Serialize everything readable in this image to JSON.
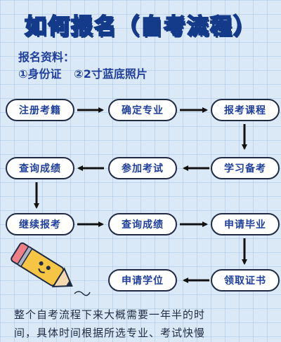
{
  "title": "如何报名（自考流程）",
  "materials": {
    "label": "报名资料：",
    "items": [
      "①身份证",
      "②2寸蓝底照片"
    ]
  },
  "steps": [
    {
      "id": "s1",
      "label": "注册考籍"
    },
    {
      "id": "s2",
      "label": "确定专业"
    },
    {
      "id": "s3",
      "label": "报考课程"
    },
    {
      "id": "s4",
      "label": "学习备考"
    },
    {
      "id": "s5",
      "label": "参加考试"
    },
    {
      "id": "s6",
      "label": "查询成绩"
    },
    {
      "id": "s7",
      "label": "继续报考"
    },
    {
      "id": "s8",
      "label": "查询成绩"
    },
    {
      "id": "s9",
      "label": "申请毕业"
    },
    {
      "id": "s10",
      "label": "领取证书"
    },
    {
      "id": "s11",
      "label": "申请学位"
    }
  ],
  "summary": {
    "line1": "整个自考流程下来大概需要一年半的时",
    "line2": "间，具体时间根据所选专业、考试快慢"
  },
  "colors": {
    "text": "#1f3f9a",
    "outline": "#1f2a44",
    "background": "#dbe9f7"
  }
}
